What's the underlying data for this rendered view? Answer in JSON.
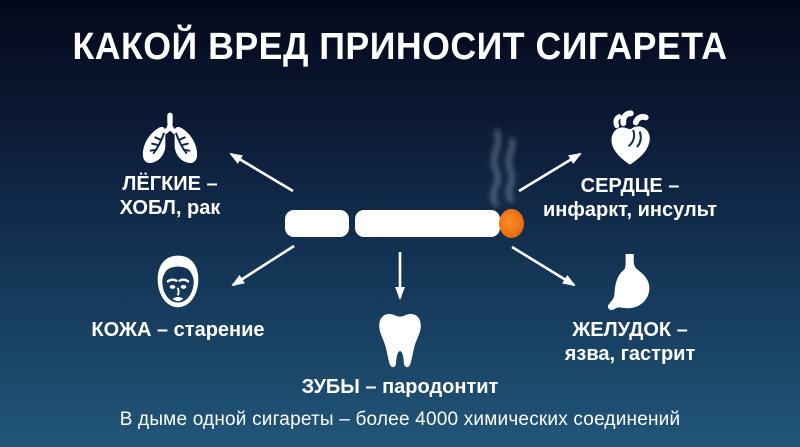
{
  "title": "КАКОЙ ВРЕД ПРИНОСИТ СИГАРЕТА",
  "footer": "В дыме одной сигареты – более 4000 химических соединений",
  "items": [
    {
      "id": "lungs",
      "icon": "lungs-icon",
      "line1": "ЛЁГКИЕ –",
      "line2": "ХОБЛ, рак"
    },
    {
      "id": "heart",
      "icon": "heart-icon",
      "line1": "СЕРДЦЕ –",
      "line2": "инфаркт, инсульт"
    },
    {
      "id": "skin",
      "icon": "face-icon",
      "line1": "КОЖА – старение"
    },
    {
      "id": "teeth",
      "icon": "tooth-icon",
      "line1": "ЗУБЫ – пародонтит"
    },
    {
      "id": "stomach",
      "icon": "stomach-icon",
      "line1": "ЖЕЛУДОК –",
      "line2": "язва, гастрит"
    }
  ],
  "colors": {
    "background_top": "#04081a",
    "background_bottom": "#215679",
    "text": "#ffffff",
    "cigarette_tip": "#ef7212"
  }
}
